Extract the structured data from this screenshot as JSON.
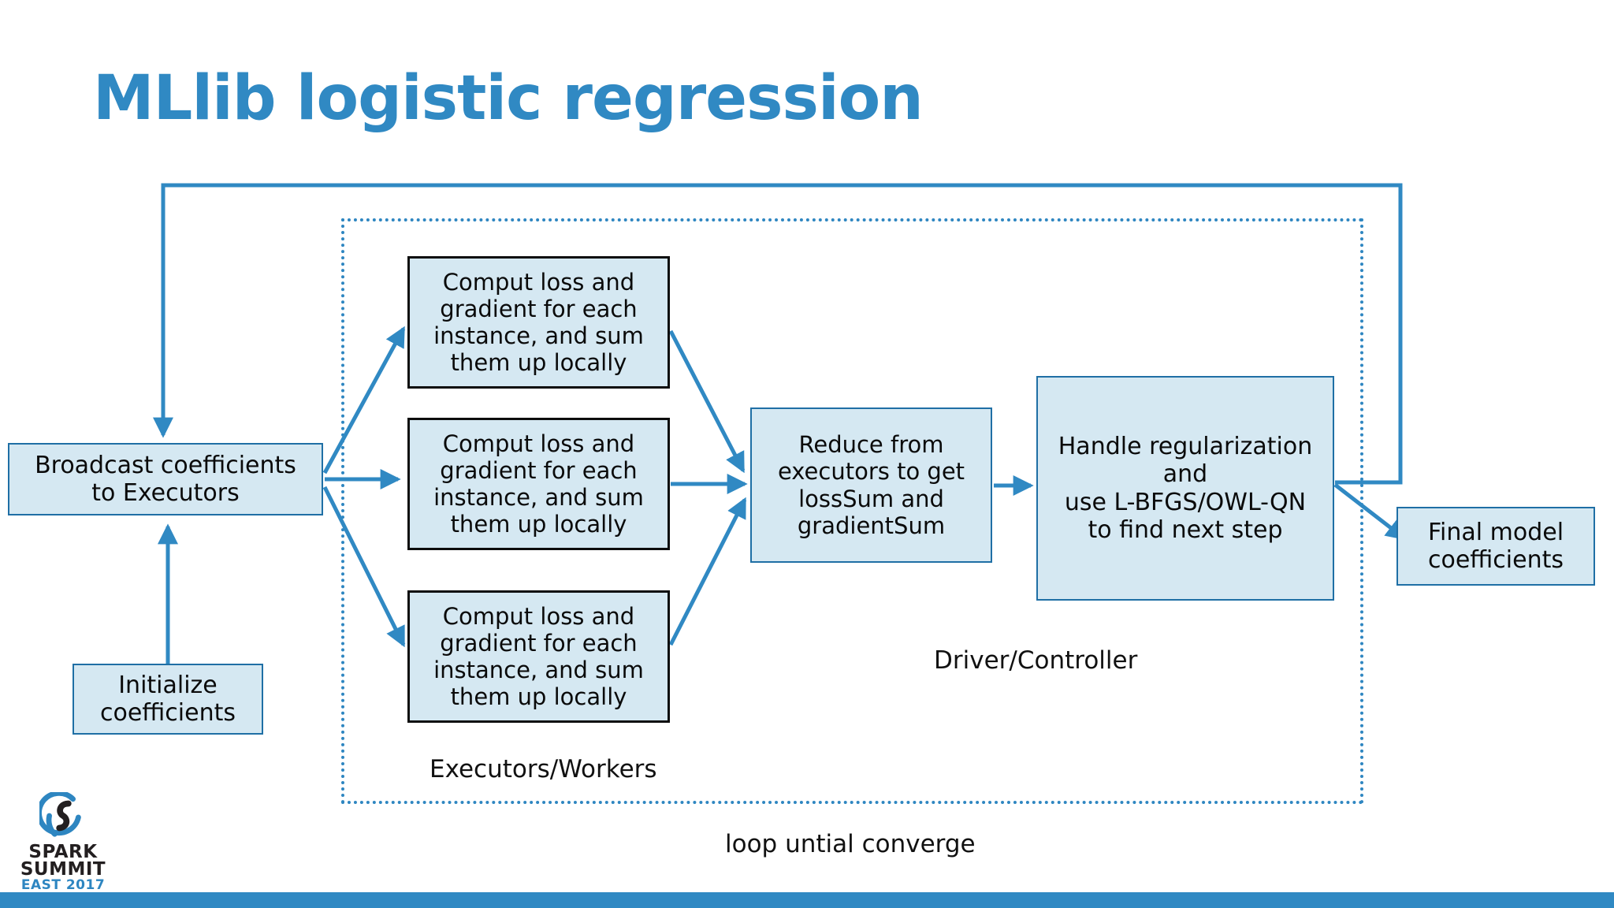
{
  "slide": {
    "title": "MLlib logistic regression",
    "title_color": "#3089C3",
    "background": "#FFFFFF",
    "accent_bar_color": "#3089C3"
  },
  "boxes": {
    "broadcast": {
      "line1": "Broadcast coefficients",
      "line2": "to Executors"
    },
    "initialize": {
      "line1": "Initialize",
      "line2": "coefficients"
    },
    "compute1": {
      "line1": "Comput loss and",
      "line2": "gradient for each",
      "line3": "instance, and sum",
      "line4": "them up locally"
    },
    "compute2": {
      "line1": "Comput loss and",
      "line2": "gradient for each",
      "line3": "instance, and sum",
      "line4": "them up locally"
    },
    "compute3": {
      "line1": "Comput loss and",
      "line2": "gradient for each",
      "line3": "instance, and sum",
      "line4": "them up locally"
    },
    "reduce": {
      "line1": "Reduce from",
      "line2": "executors to get",
      "line3": "lossSum and",
      "line4": "gradientSum"
    },
    "handle": {
      "line1": "Handle regularization",
      "line2": "and",
      "line3": "use L-BFGS/OWL-QN",
      "line4": "to find next step"
    },
    "final": {
      "line1": "Final model",
      "line2": "coefficients"
    },
    "fill_color": "#D5E8F2",
    "blue_border_color": "#1F6FA5",
    "dark_border_color": "#0D0D0D"
  },
  "labels": {
    "executors": "Executors/Workers",
    "driver": "Driver/Controller",
    "loop": "loop untial converge"
  },
  "region": {
    "dotted_border_color": "#2E86C1"
  },
  "arrows": {
    "color": "#3089C3",
    "feedback_loop_note": "from Handle regularization back to Broadcast coefficients"
  },
  "logo": {
    "mark": "spark-swirl-icon",
    "line1": "SPARK",
    "line2": "SUMMIT",
    "line3": "EAST 2017",
    "accent_color": "#2E86C1",
    "dark_color": "#231F20"
  }
}
